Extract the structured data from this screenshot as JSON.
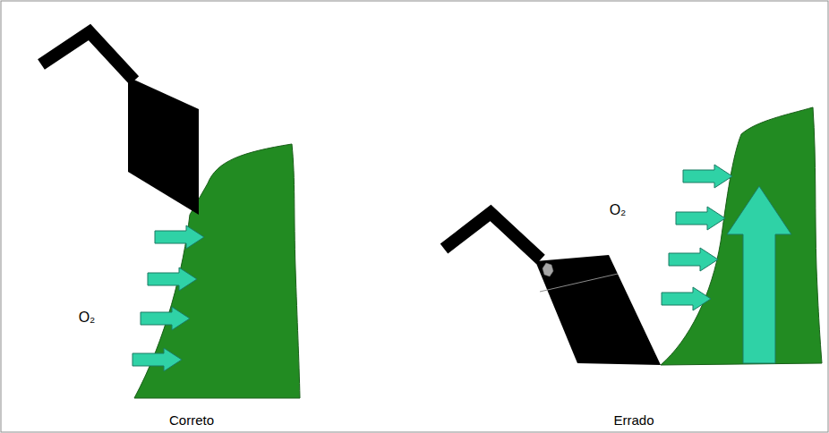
{
  "diagram": {
    "labels": [
      "O₂",
      "Correto",
      "O₂",
      "Errado"
    ]
  }
}
